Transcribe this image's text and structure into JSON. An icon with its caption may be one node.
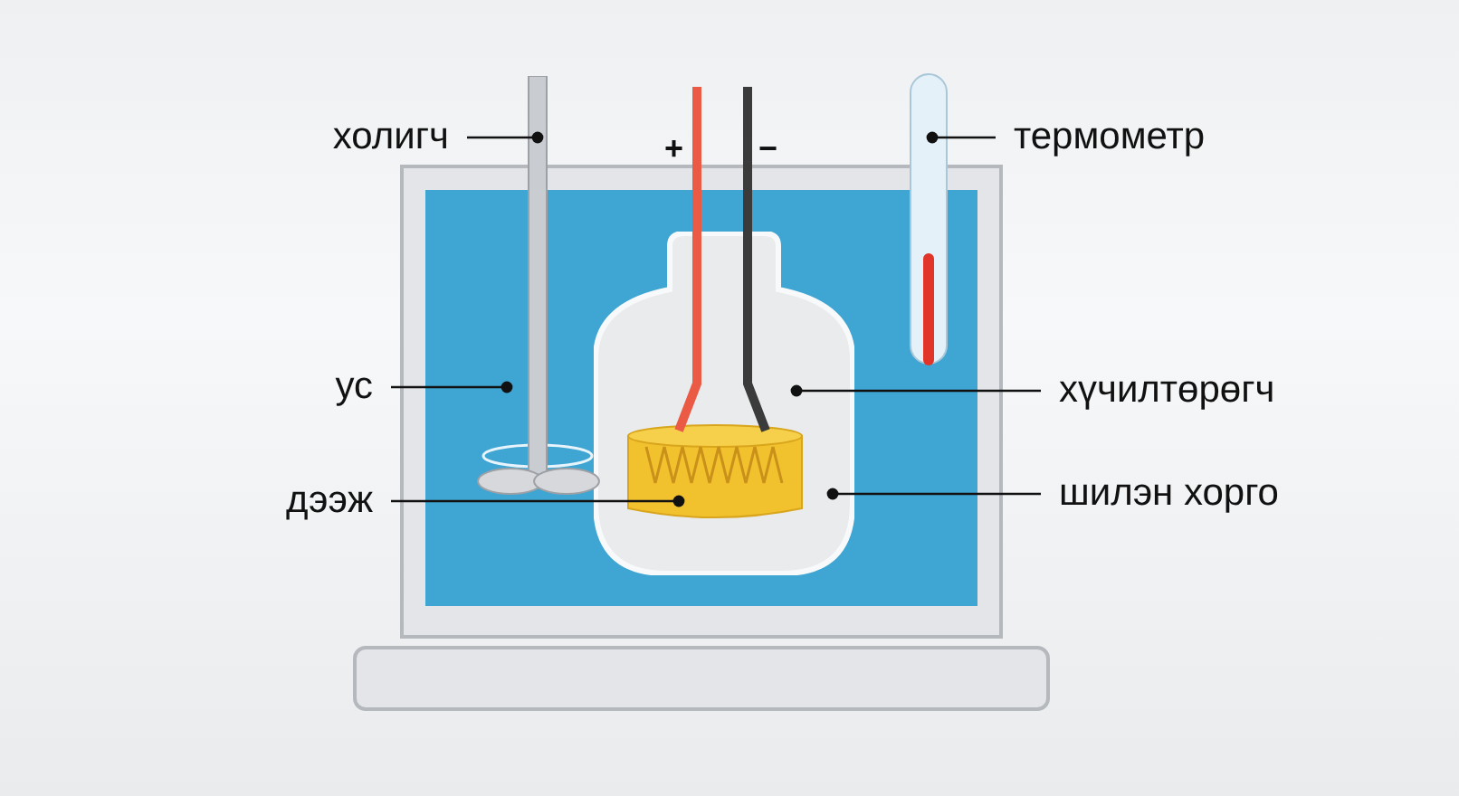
{
  "diagram": {
    "nodes": [
      {
        "text": [
          "холигч"
        ]
      },
      {
        "text": [
          "ус"
        ]
      },
      {
        "text": [
          "дээж"
        ]
      },
      {
        "text": [
          "термометр"
        ]
      },
      {
        "text": [
          "хүчилтөрөгч"
        ]
      },
      {
        "text": [
          "шилэн хорго"
        ]
      },
      {
        "text": [],
        "shape": "picture"
      },
      {
        "text": [],
        "shape": "box"
      },
      {
        "text": [],
        "shape": "cylinder",
        "in": 10
      },
      {
        "text": [],
        "shape": "picture"
      },
      {
        "text": [],
        "shape": "picture",
        "in": 7
      }
    ],
    "edges": [
      {
        "from": 0,
        "to": 6,
        "arrow": "other"
      },
      {
        "from": 1,
        "to": 7,
        "arrow": "other"
      },
      {
        "from": 2,
        "to": 8,
        "arrow": "other"
      },
      {
        "from": 3,
        "to": 9,
        "arrow": "other"
      },
      {
        "from": 4,
        "to": 10,
        "arrow": "other"
      },
      {
        "from": 5,
        "to": 10,
        "arrow": "other"
      }
    ],
    "labels": [
      "+",
      "−"
    ]
  }
}
